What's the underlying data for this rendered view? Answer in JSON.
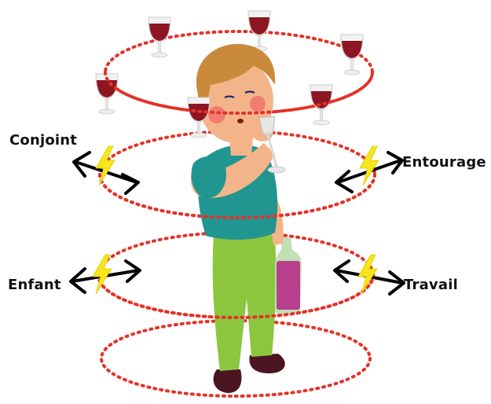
{
  "labels": {
    "conjoint": "Conjoint",
    "entourage": "Entourage",
    "enfant": "Enfant",
    "travail": "Travail"
  },
  "colors": {
    "dotted_ring": "#e53227",
    "wine": "#8e1522",
    "shirt": "#21958f",
    "pants": "#8cc63f",
    "skin": "#f4b48a",
    "hair": "#c98a3b",
    "shoes": "#4a1420",
    "bottle_wine": "#b83f8e",
    "lightning": "#f6e61b",
    "arrow": "#000000"
  },
  "icons": {
    "glass": "wine-glass-icon",
    "bolt": "lightning-bolt-icon",
    "arrow": "double-arrow-icon"
  }
}
